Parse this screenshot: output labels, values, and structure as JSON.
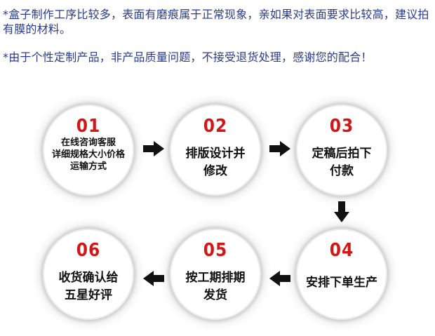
{
  "notes": [
    "*盒子制作工序比较多，表面有磨痕属于正常现象，亲如果对表面要求比较高，建议拍有膜的材料。",
    "*由于个性定制产品，非产品质量问题，不接受退货处理，感谢您的配合！"
  ],
  "steps": [
    {
      "num": "01",
      "label": "在线咨询客服\n详细规格大小价格\n运输方式"
    },
    {
      "num": "02",
      "label": "排版设计并\n修改"
    },
    {
      "num": "03",
      "label": "定稿后拍下\n付款"
    },
    {
      "num": "04",
      "label": "安排下单生产"
    },
    {
      "num": "05",
      "label": "按工期排期\n发货"
    },
    {
      "num": "06",
      "label": "收货确认给\n五星好评"
    }
  ],
  "colors": {
    "note_text": "#2a3a8c",
    "step_number": "#d01818",
    "arrow": "#111111"
  },
  "icons": [
    "arrow-right-icon",
    "arrow-right-icon",
    "arrow-down-icon",
    "arrow-left-icon",
    "arrow-left-icon"
  ]
}
